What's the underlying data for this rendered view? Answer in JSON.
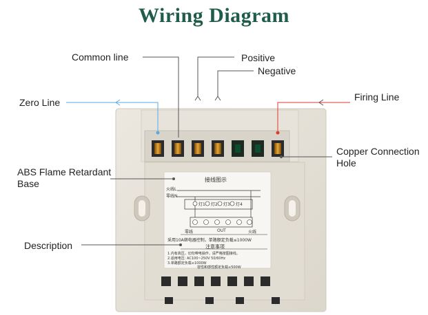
{
  "title": "Wiring Diagram",
  "labels": {
    "common_line": "Common line",
    "positive": "Positive",
    "negative": "Negative",
    "zero_line": "Zero Line",
    "firing_line": "Firing Line",
    "copper_connection_hole": "Copper Connection Hole",
    "abs_base": "ABS Flame Retardant Base",
    "description": "Description"
  },
  "sticker": {
    "heading": "接线图示",
    "fire_line": "火线L",
    "zero_line": "零线N",
    "lamp1": "灯1",
    "lamp2": "灯2",
    "lamp3": "灯3",
    "lamp4": "灯4",
    "bottom_left": "零线",
    "bottom_mid": "OUT",
    "bottom_right": "火线",
    "spec": "采用10A继电器控制，单路额定负载≤1000W",
    "notes_heading": "注意事项",
    "note1": "1.内有高压，切勿带电操作，请严格按图接线。",
    "note2": "2.适用电压: AC100~250V  50/60Hz",
    "note3": "3.单路额定负载≤1000W",
    "note4": "容性和感性额定负载≤500W"
  },
  "colors": {
    "title": "#1f5c4c",
    "zero_line": "#5aa9e6",
    "firing_line": "#e0392b",
    "leader": "#555555"
  }
}
